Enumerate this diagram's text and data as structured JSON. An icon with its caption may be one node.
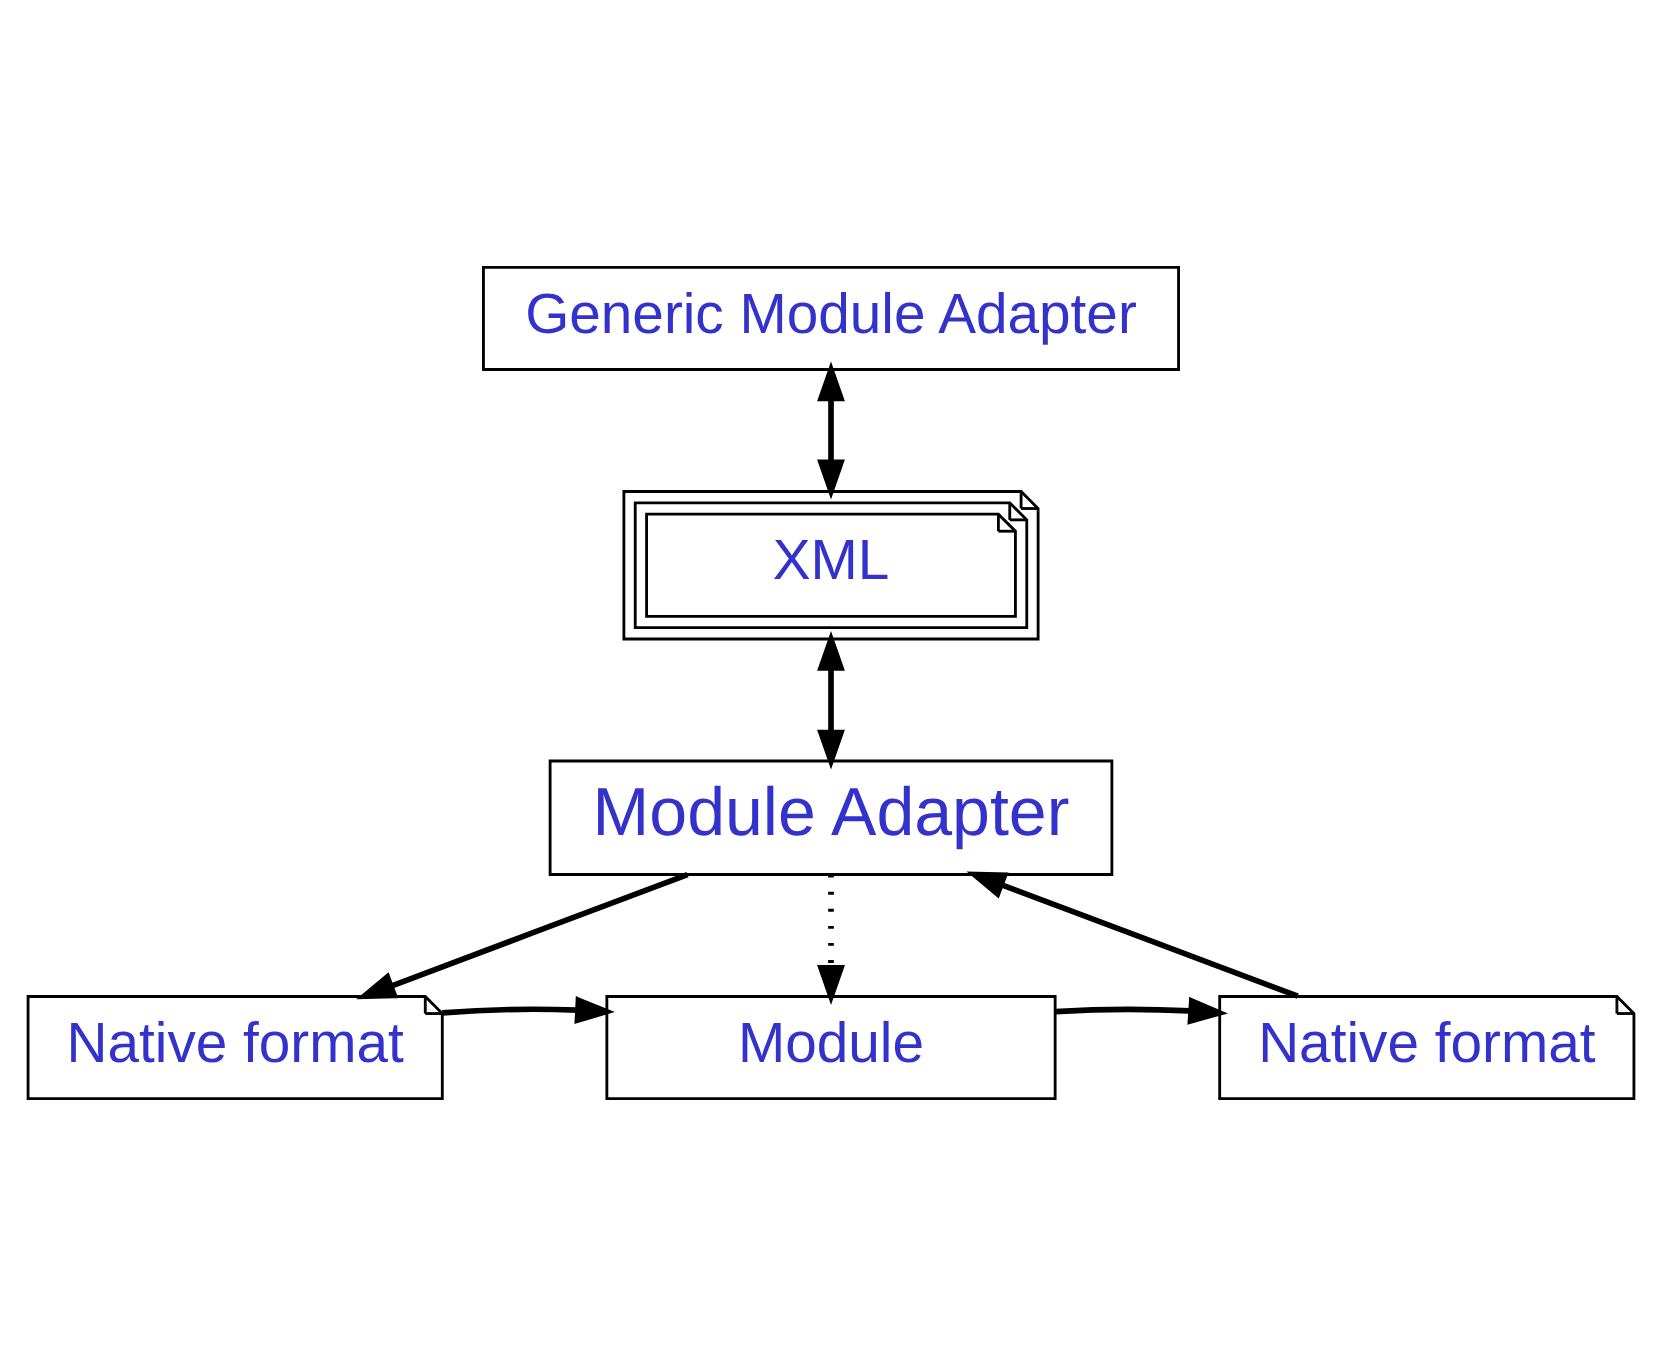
{
  "diagram": {
    "nodes": [
      {
        "text": [
          "Generic Module Adapter"
        ]
      },
      {
        "text": [
          "XML"
        ]
      },
      {
        "text": [
          "Module Adapter"
        ]
      },
      {
        "text": [
          "Native format"
        ]
      },
      {
        "text": [
          "Module"
        ]
      },
      {
        "text": [
          "Native format"
        ]
      }
    ],
    "edges": [
      {
        "from": 0,
        "to": 1,
        "arrow": "both"
      },
      {
        "from": 1,
        "to": 2,
        "arrow": "both"
      },
      {
        "from": 2,
        "to": 3,
        "arrow": "to"
      },
      {
        "from": 2,
        "to": 4,
        "arrow": "to",
        "style": "dashed"
      },
      {
        "from": 3,
        "to": 4,
        "arrow": "to"
      },
      {
        "from": 4,
        "to": 5,
        "arrow": "to"
      },
      {
        "from": 5,
        "to": 2,
        "arrow": "to"
      }
    ]
  }
}
